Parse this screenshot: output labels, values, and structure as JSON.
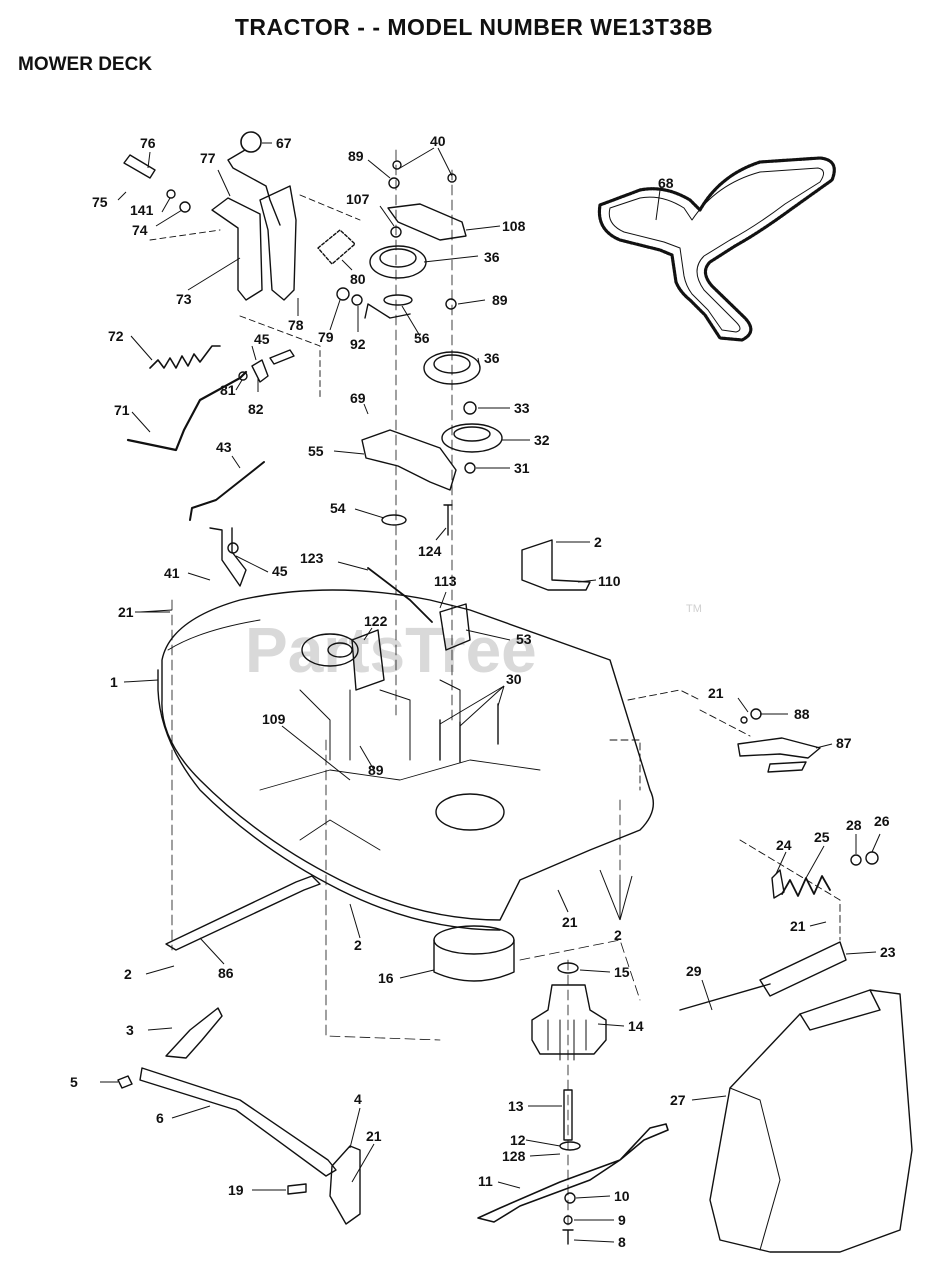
{
  "header": {
    "title": "TRACTOR - - MODEL NUMBER WE13T38B",
    "section": "MOWER DECK"
  },
  "watermark": {
    "text": "PartsTree",
    "tm": "TM"
  },
  "callouts": [
    "76",
    "67",
    "77",
    "75",
    "141",
    "74",
    "73",
    "78",
    "79",
    "80",
    "92",
    "89",
    "40",
    "107",
    "108",
    "36",
    "56",
    "89",
    "36",
    "33",
    "32",
    "31",
    "68",
    "72",
    "45",
    "81",
    "82",
    "71",
    "69",
    "55",
    "43",
    "54",
    "124",
    "2",
    "110",
    "123",
    "113",
    "41",
    "45",
    "21",
    "122",
    "53",
    "1",
    "30",
    "109",
    "89",
    "21",
    "88",
    "87",
    "24",
    "25",
    "28",
    "26",
    "21",
    "21",
    "2",
    "23",
    "2",
    "86",
    "2",
    "16",
    "15",
    "29",
    "14",
    "3",
    "5",
    "6",
    "4",
    "21",
    "13",
    "27",
    "12",
    "128",
    "11",
    "19",
    "10",
    "9",
    "8"
  ],
  "colors": {
    "line": "#111111",
    "watermark": "#d9d9d9"
  }
}
